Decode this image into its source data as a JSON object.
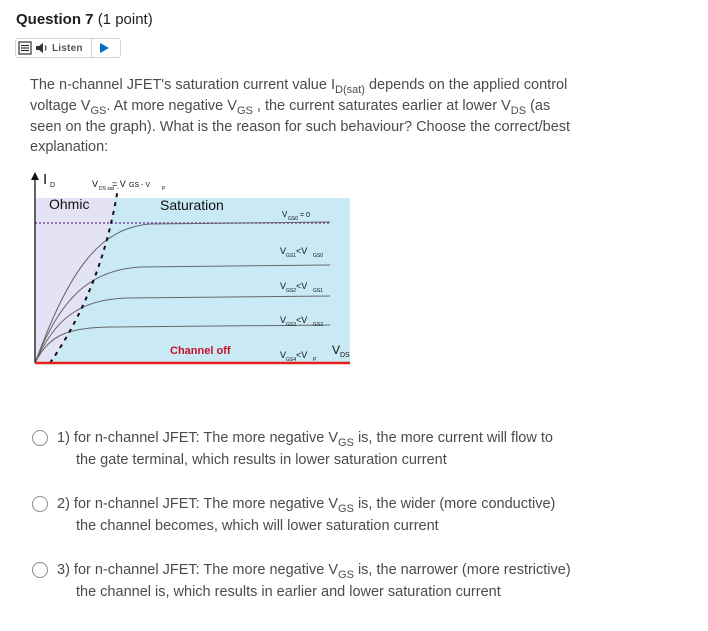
{
  "question": {
    "number": "Question 7",
    "points": "(1 point)"
  },
  "listen": {
    "label": "Listen"
  },
  "stem": {
    "l1a": "The n-channel JFET's saturation current value I",
    "l1sub": "D(sat)",
    "l1b": " depends on the applied control",
    "l2a": "voltage V",
    "l2sub1": "GS",
    "l2b": ". At more negative V",
    "l2sub2": "GS",
    "l2c": " , the current saturates earlier at lower V",
    "l2sub3": "DS",
    "l2d": " (as",
    "l3": "seen on the graph). What is the reason for such behaviour? Choose the correct/best",
    "l4": "explanation:"
  },
  "graph": {
    "y_axis": "I",
    "y_axis_sub": "D",
    "vds_sat_label": "V",
    "vds_sat_sub": "DS sat",
    "vgs_vp_label": "= V",
    "vgs_vp_tail": "GS - V",
    "vgs_vp_sub": "P",
    "ohmic": "Ohmic",
    "saturation": "Saturation",
    "vgs0": "V",
    "vgs0_sub": "GS0",
    "vgs0_tail": " = 0",
    "curve1": "V",
    "curve1_sub": "GS1",
    "curve1_mid": " <V",
    "curve1_sub2": "GS0",
    "curve2": "V",
    "curve2_sub": "GS2",
    "curve2_mid": " <V",
    "curve2_sub2": "GS1",
    "curve3": "V",
    "curve3_sub": "GS3",
    "curve3_mid": " <V",
    "curve3_sub2": "GS2",
    "curve4": "V",
    "curve4_sub": "GS4",
    "curve4_mid": " <V",
    "curve4_sub2": "P",
    "channel_off": "Channel off",
    "x_axis": "V",
    "x_axis_sub": "DS",
    "colors": {
      "ohmic_fill": "#e4e2f5",
      "sat_fill": "#c9e9f5",
      "channel_off": "#c8102e",
      "axis_red": "#e2231a"
    }
  },
  "options": [
    {
      "l1a": "1) for n-channel JFET: The more negative V",
      "sub": "GS",
      "l1b": " is, the more current will flow to",
      "l2": "the gate terminal, which results in lower saturation current"
    },
    {
      "l1a": "2) for n-channel JFET: The more negative V",
      "sub": "GS",
      "l1b": " is, the wider (more conductive)",
      "l2": "the channel becomes, which will lower saturation current"
    },
    {
      "l1a": "3) for n-channel JFET: The more negative V",
      "sub": "GS",
      "l1b": " is, the narrower (more restrictive)",
      "l2": "the channel is, which results in earlier and lower saturation current"
    }
  ]
}
